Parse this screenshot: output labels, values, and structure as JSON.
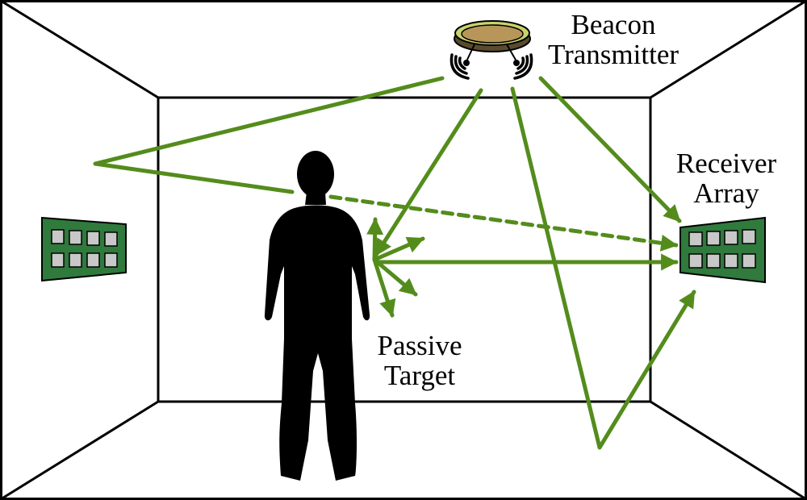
{
  "labels": {
    "beacon_line1": "Beacon",
    "beacon_line2": "Transmitter",
    "receiver_line1": "Receiver",
    "receiver_line2": "Array",
    "target_line1": "Passive",
    "target_line2": "Target"
  },
  "colors": {
    "signal": "#548c1c",
    "panel_fill": "#2f7a3c",
    "panel_cell": "#c8c8c8",
    "beacon_top": "#c9a86a",
    "beacon_rim": "#c8d46a",
    "silhouette": "#000000",
    "room_line": "#000000"
  },
  "icons": {
    "beacon": "beacon-transmitter-icon",
    "receiver": "receiver-array-panel-icon",
    "target": "person-silhouette-icon"
  }
}
